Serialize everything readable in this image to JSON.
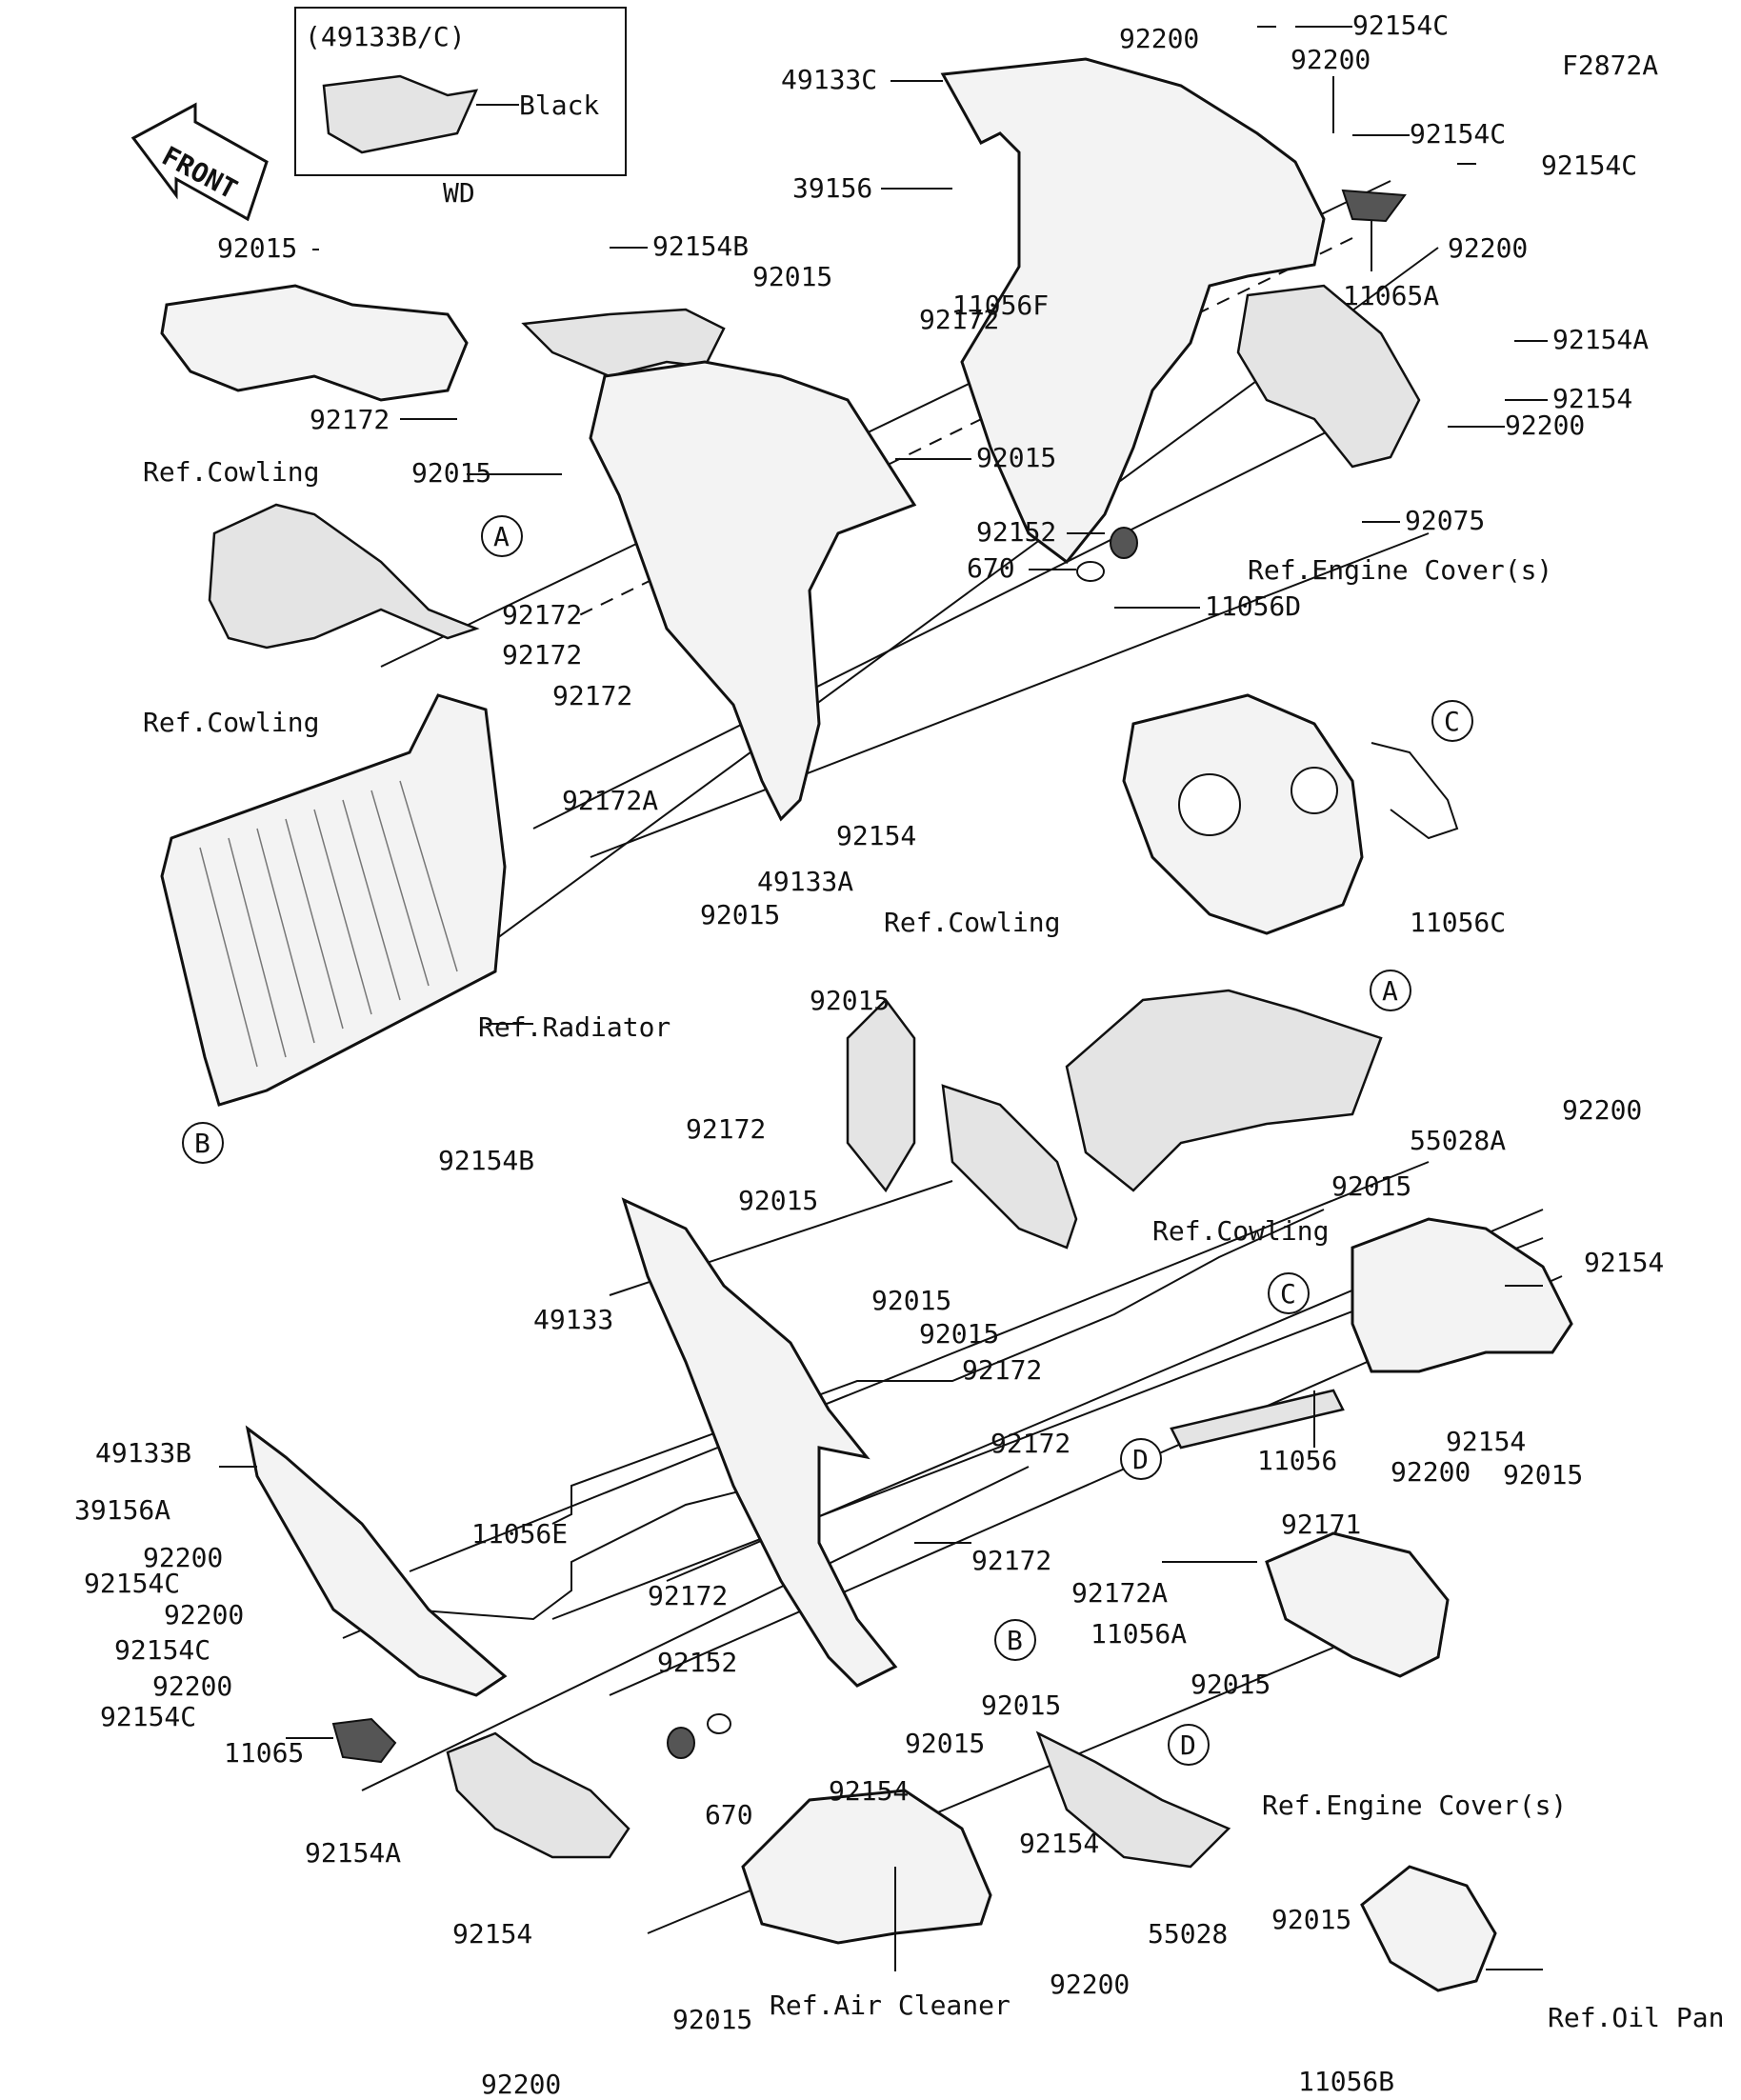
{
  "figure_code": "F2872A",
  "inset": {
    "title": "(49133B/C)",
    "color_label": "Black",
    "market_code": "WD"
  },
  "front_label": "FRONT",
  "callouts": [
    "A",
    "B",
    "C",
    "D"
  ],
  "part_numbers": [
    "92154C",
    "92200",
    "92154C",
    "92200",
    "92154C",
    "92200",
    "49133C",
    "39156",
    "11065A",
    "92154A",
    "92154",
    "92200",
    "92075",
    "92015",
    "92154B",
    "92015",
    "11056F",
    "92172",
    "92015",
    "92172",
    "92015",
    "92152",
    "670",
    "11056D",
    "92172",
    "92172",
    "92172",
    "92172A",
    "92154",
    "49133A",
    "92015",
    "11056C",
    "92015",
    "92172",
    "92154B",
    "92015",
    "92015",
    "92015",
    "92172",
    "92172",
    "49133",
    "92200",
    "55028A",
    "92015",
    "92154",
    "11056",
    "92154",
    "92200",
    "92015",
    "49133B",
    "39156A",
    "92200",
    "92154C",
    "92200",
    "92154C",
    "92200",
    "92154C",
    "11056E",
    "92172",
    "92172",
    "92172A",
    "11065",
    "92152",
    "670",
    "92154",
    "92015",
    "92171",
    "11056A",
    "92015",
    "92015",
    "92154A",
    "92154",
    "92200",
    "92015",
    "92154",
    "92200",
    "55028",
    "92015",
    "11056B"
  ],
  "references": [
    "Ref.Cowling",
    "Ref.Cowling",
    "Ref.Radiator",
    "Ref.Engine Cover(s)",
    "Ref.Cowling",
    "Ref.Cowling",
    "Ref.Engine Cover(s)",
    "Ref.Air Cleaner",
    "Ref.Oil Pan"
  ]
}
